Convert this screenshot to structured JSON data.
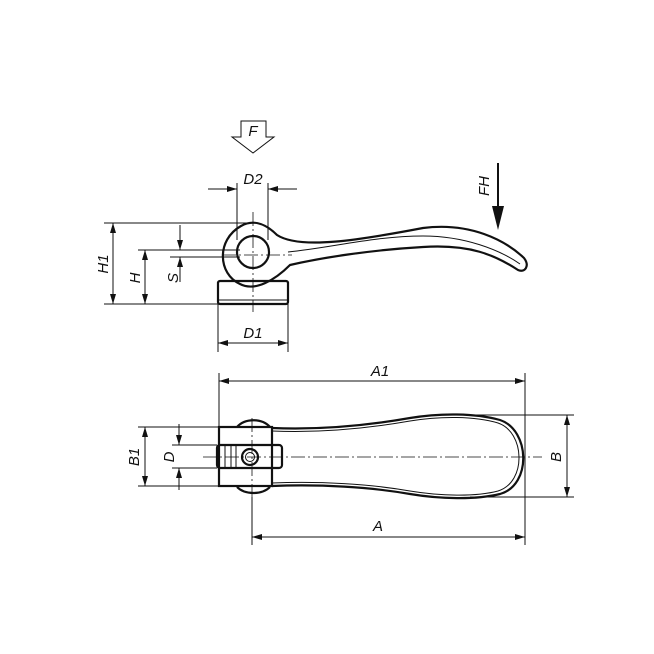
{
  "drawing": {
    "side_view": {
      "force_label": "F",
      "hand_force_label": "FH",
      "dimensions": {
        "D2": "D2",
        "D1": "D1",
        "H1": "H1",
        "H": "H",
        "S": "S"
      }
    },
    "top_view": {
      "dimensions": {
        "A1": "A1",
        "A": "A",
        "B": "B",
        "B1": "B1",
        "D": "D"
      }
    }
  }
}
